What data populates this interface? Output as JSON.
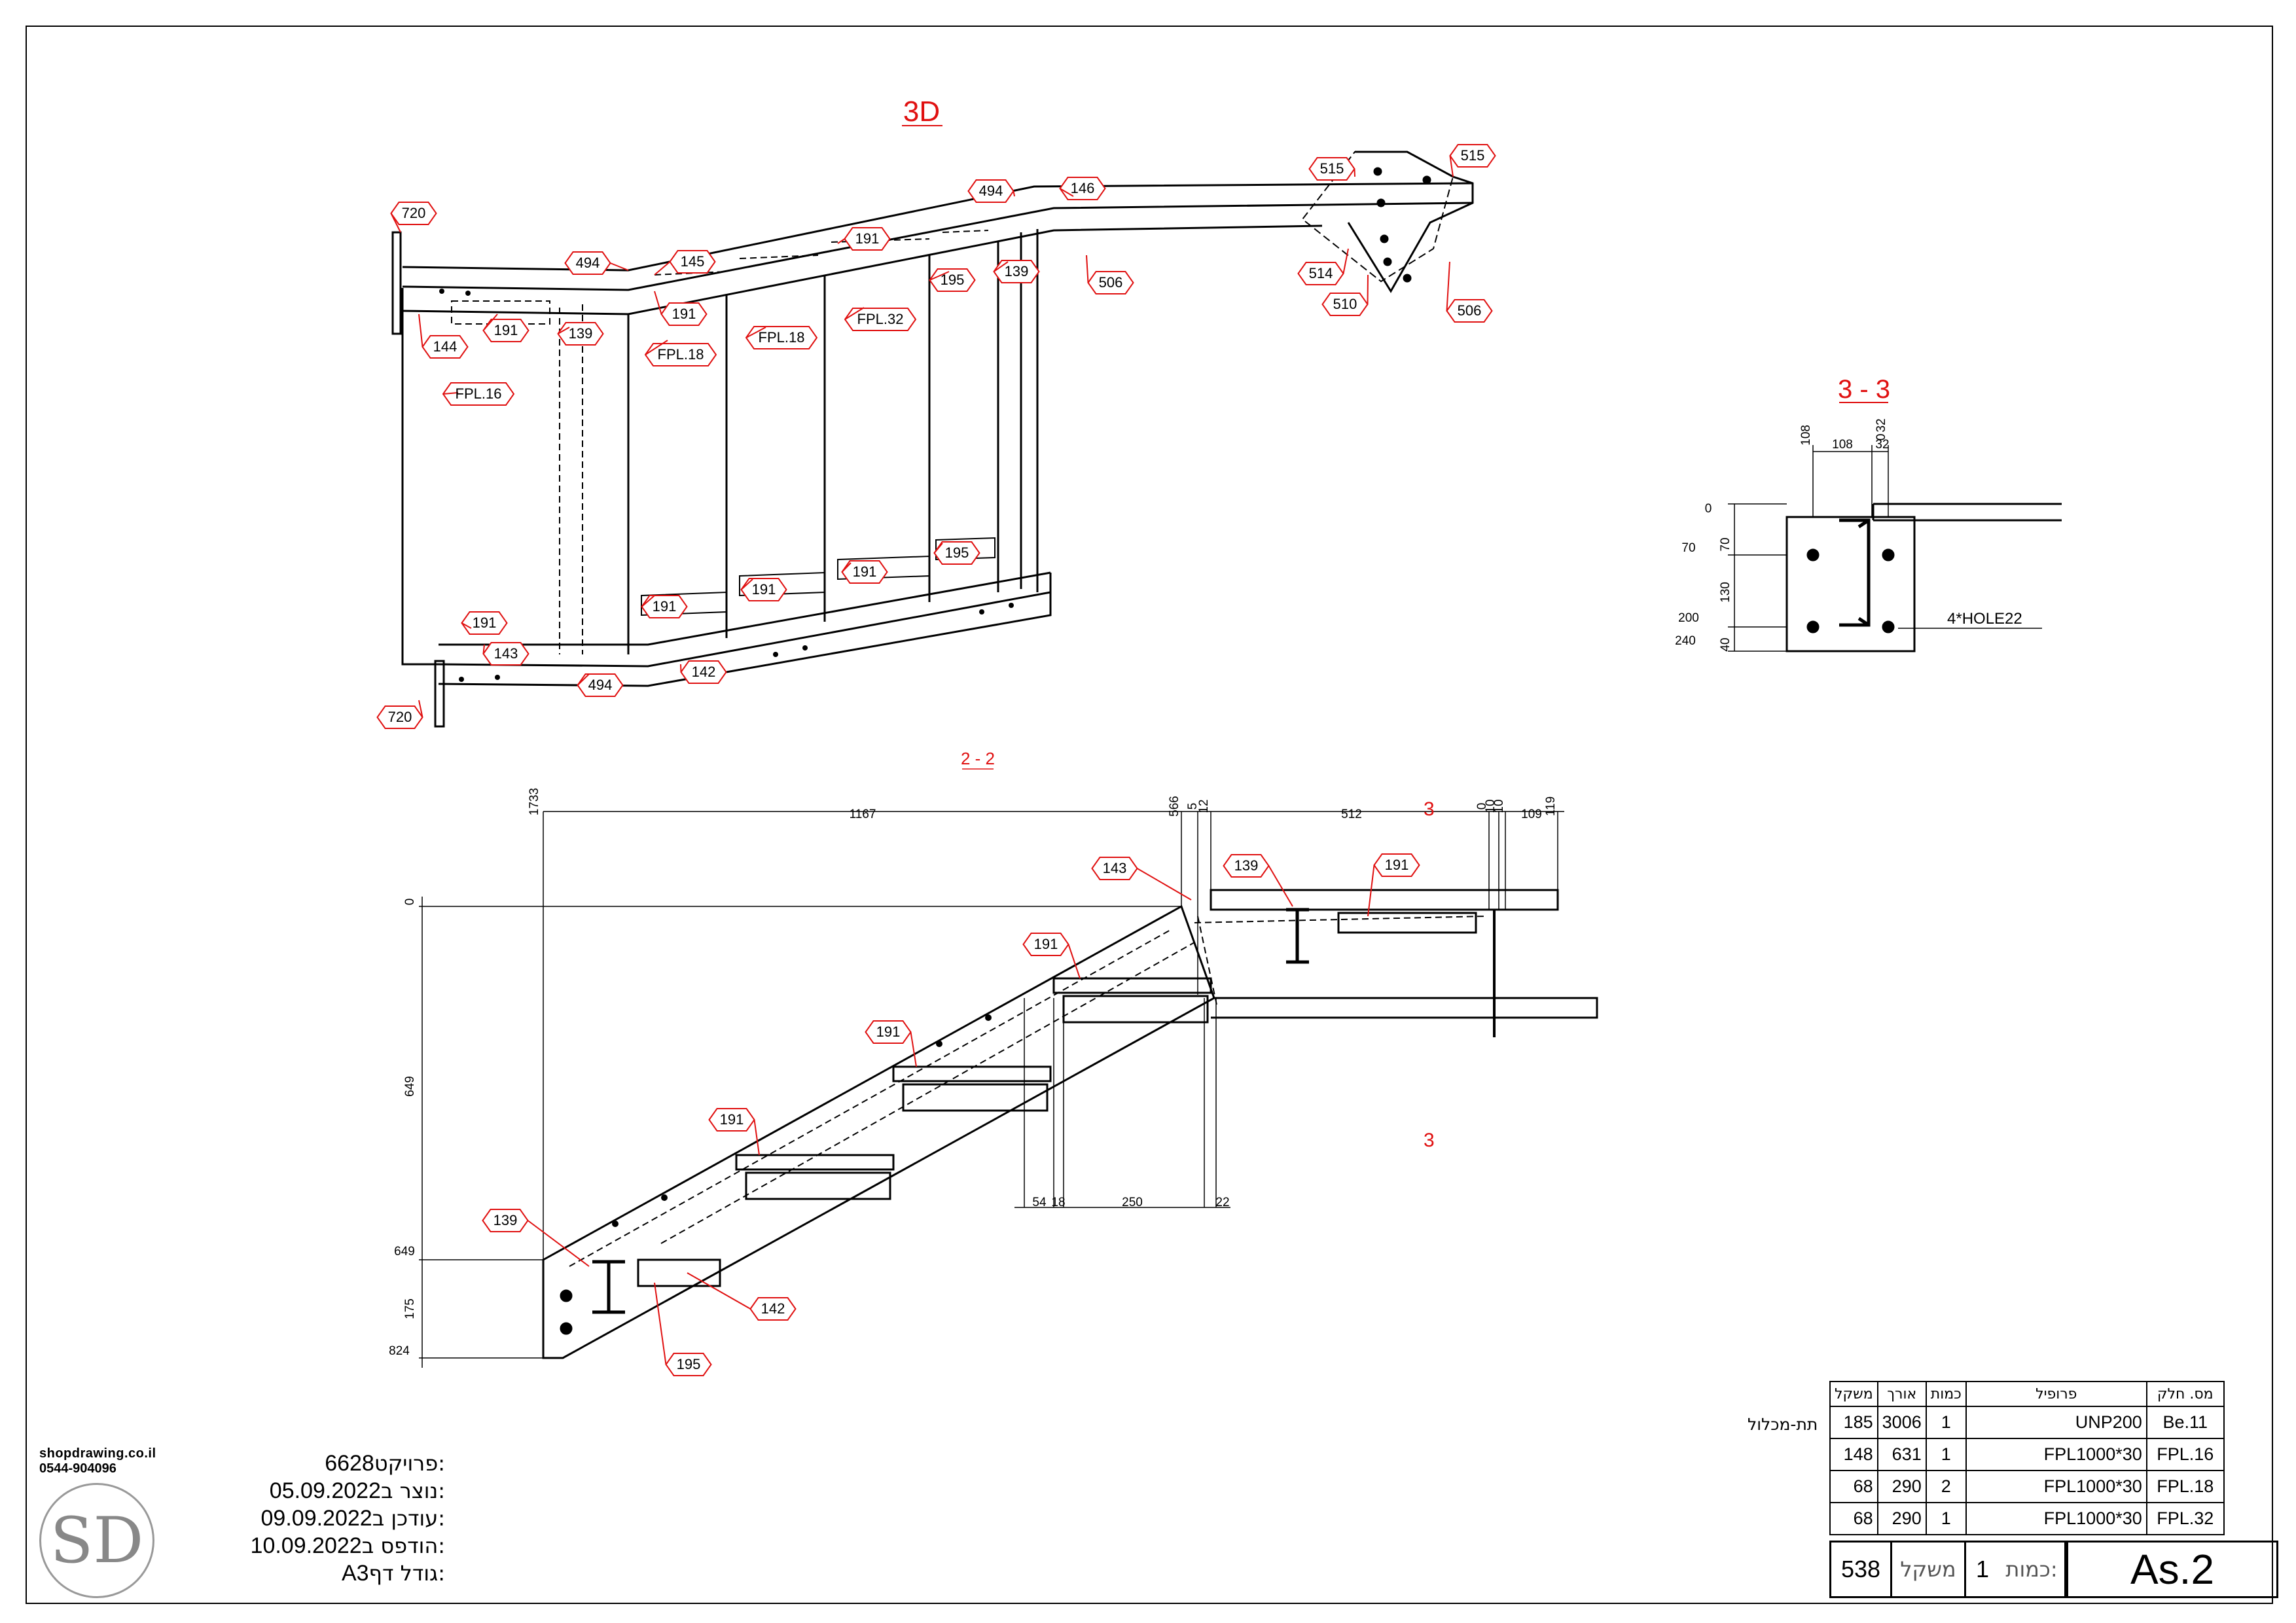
{
  "views": {
    "iso_title": "3D",
    "section_a_title": "3 - 3",
    "section_b_title": "2 - 2",
    "section_marker": "3"
  },
  "iso_tags": [
    "720",
    "494",
    "145",
    "191",
    "494",
    "146",
    "515",
    "515",
    "191",
    "195",
    "139",
    "506",
    "514",
    "510",
    "506",
    "144",
    "191",
    "139",
    "FPL.18",
    "FPL.18",
    "FPL.32",
    "FPL.16",
    "195",
    "191",
    "191",
    "191",
    "191",
    "143",
    "494",
    "142",
    "720"
  ],
  "section33": {
    "dims_top": [
      "108",
      "108",
      "0",
      "32",
      "32"
    ],
    "dims_left": [
      "0",
      "70",
      "70",
      "130",
      "200",
      "240",
      "40"
    ],
    "hole_label": "4*HOLE22"
  },
  "section22": {
    "dims_top": [
      "1733",
      "1167",
      "566",
      "5",
      "12",
      "512",
      "0",
      "10",
      "10",
      "109",
      "119"
    ],
    "dims_left": [
      "0",
      "649",
      "649",
      "175",
      "824"
    ],
    "dims_bottom": [
      "54",
      "18",
      "250",
      "22"
    ],
    "tags": [
      "143",
      "139",
      "191",
      "191",
      "191",
      "191",
      "139",
      "142",
      "195"
    ]
  },
  "logo": {
    "site": "shopdrawing.co.il",
    "phone": "0544-904096",
    "mark": "SD"
  },
  "info": [
    {
      "label": "פרויקט:",
      "value": "6628"
    },
    {
      "label": "נוצר ב:",
      "value": "05.09.2022"
    },
    {
      "label": "עודכן ב:",
      "value": "09.09.2022"
    },
    {
      "label": "הודפס ב:",
      "value": "10.09.2022"
    },
    {
      "label": "גודל דף:",
      "value": "A3"
    }
  ],
  "bom": {
    "headers": [
      "משקל",
      "אורך",
      "כמות",
      "פרופיל",
      "מס. חלק"
    ],
    "sub_label": "תת-מכלול",
    "rows": [
      {
        "weight": "185",
        "length": "3006",
        "qty": "1",
        "profile": "UNP200",
        "part": "Be.11"
      },
      {
        "weight": "148",
        "length": "631",
        "qty": "1",
        "profile": "FPL1000*30",
        "part": "FPL.16"
      },
      {
        "weight": "68",
        "length": "290",
        "qty": "2",
        "profile": "FPL1000*30",
        "part": "FPL.18"
      },
      {
        "weight": "68",
        "length": "290",
        "qty": "1",
        "profile": "FPL1000*30",
        "part": "FPL.32"
      }
    ],
    "total_weight": "538",
    "weight_label": "משקל",
    "qty_label": "כמות:",
    "qty": "1",
    "mark": "As.2"
  }
}
